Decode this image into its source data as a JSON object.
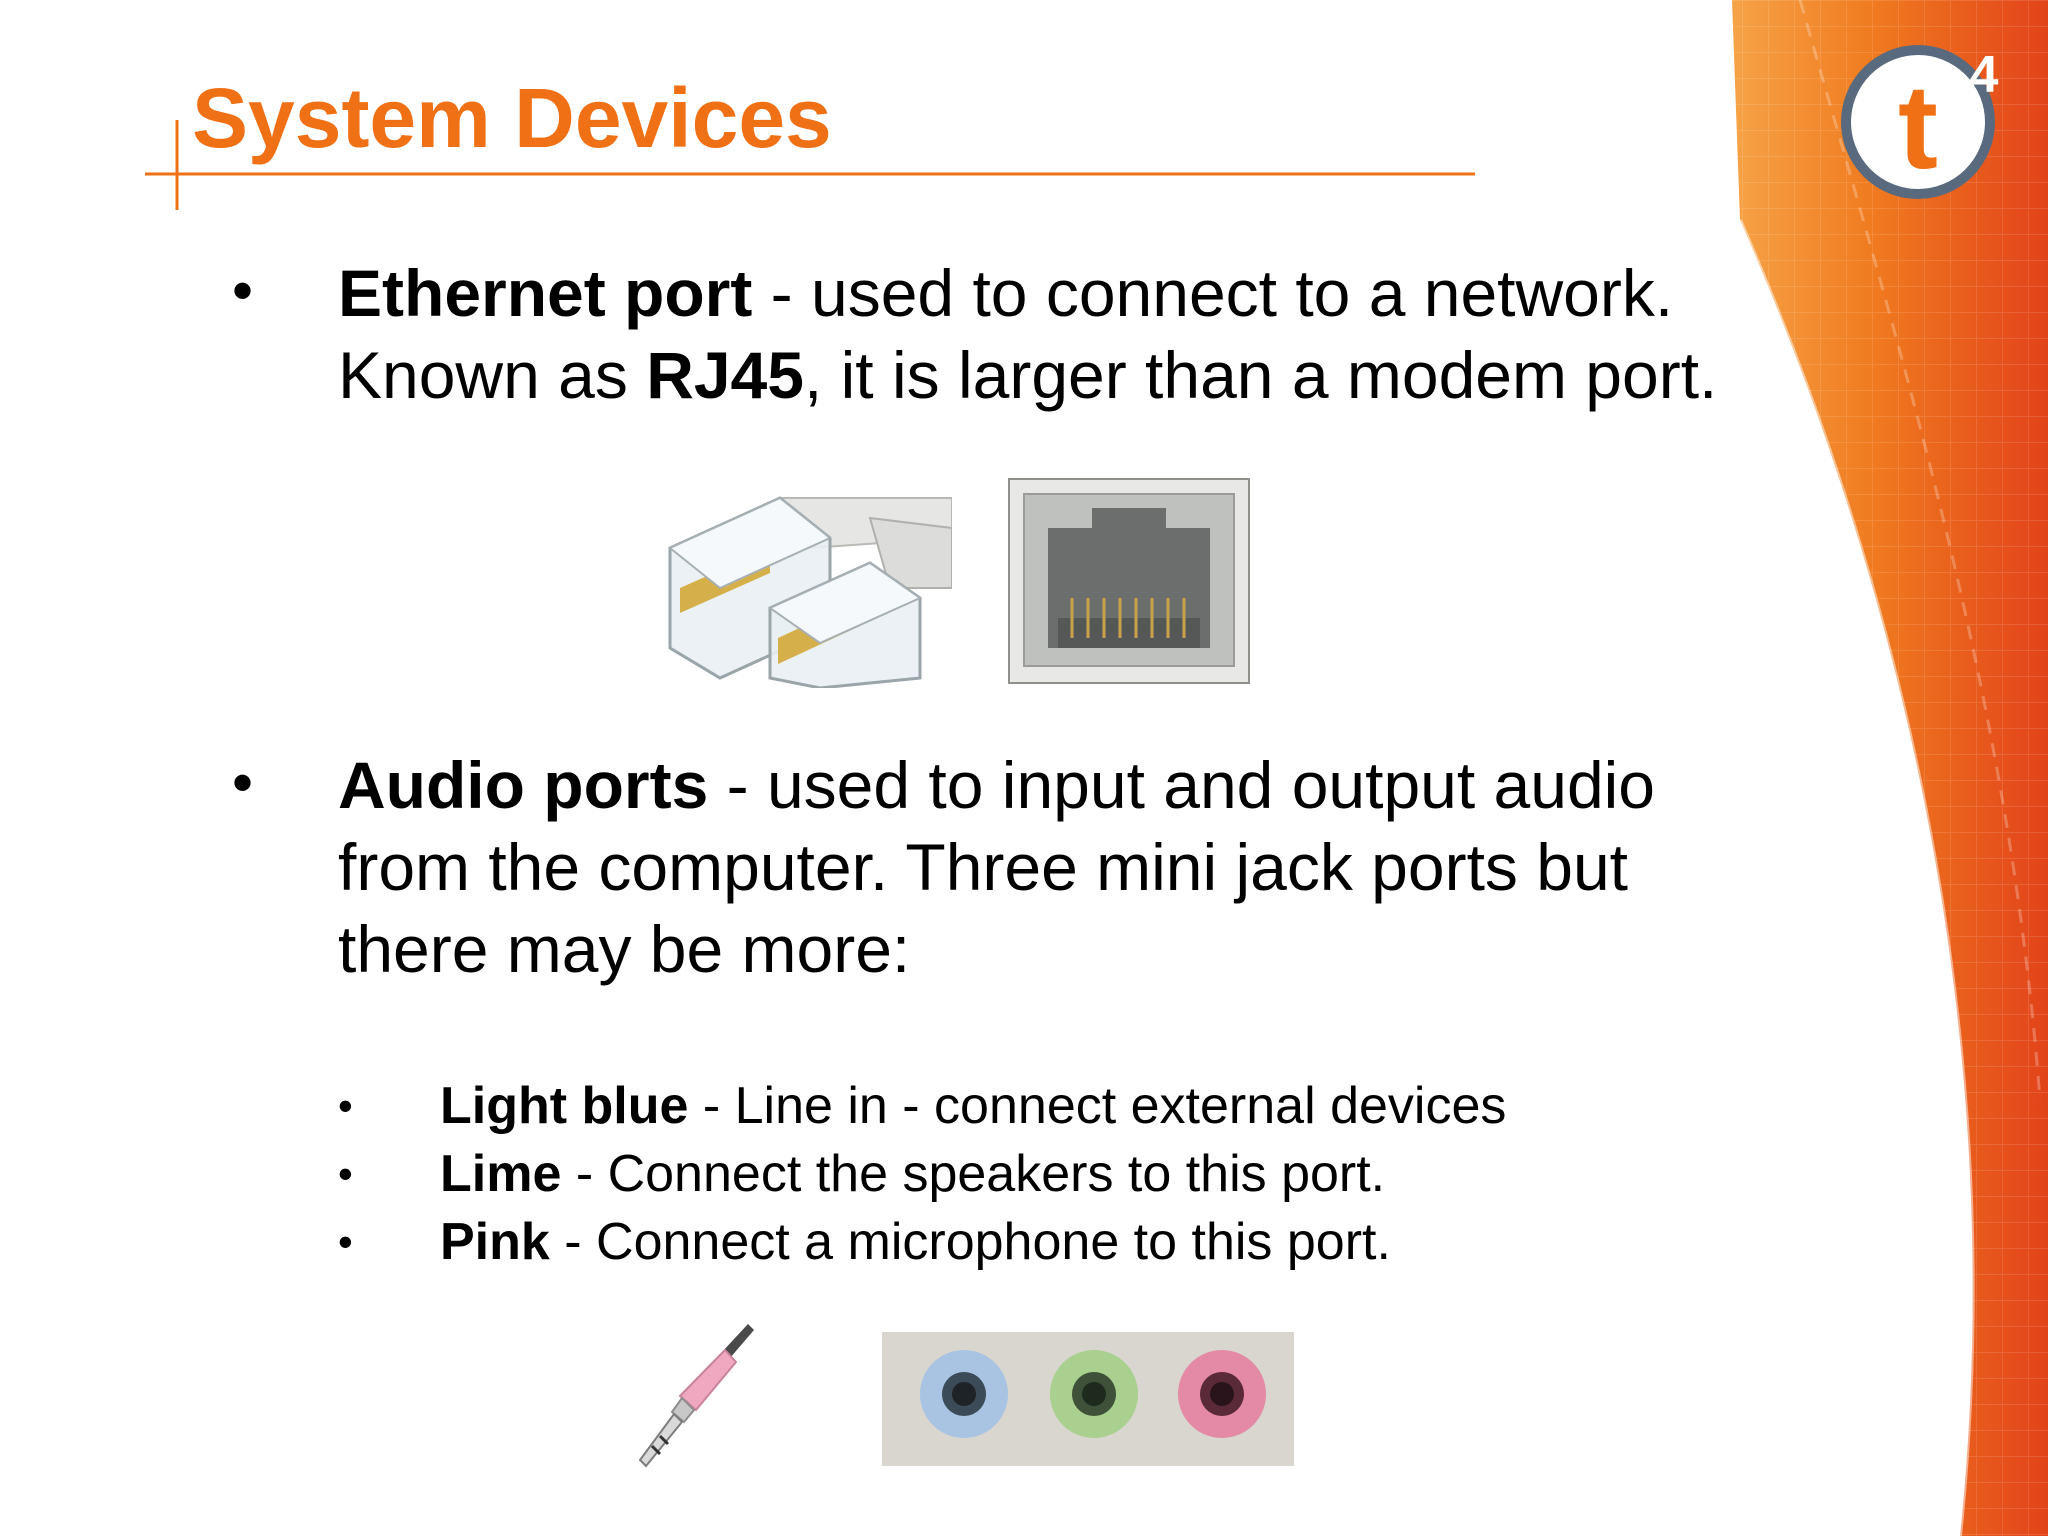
{
  "slide": {
    "title": "System Devices",
    "logo": {
      "icon": "t4-logo-icon",
      "letter": "t",
      "superscript": "4"
    },
    "colors": {
      "accent": "#f07016",
      "background": "#ffffff"
    }
  },
  "bullets": [
    {
      "term": "Ethernet port",
      "text": " -  used to connect to a network.",
      "line2_pre": "Known as ",
      "line2_bold": "RJ45",
      "line2_post": ", it is larger than a modem port."
    },
    {
      "term": "Audio ports",
      "text": " -  used to input and output audio",
      "line2": "from the computer.  Three mini jack ports but",
      "line3": "there may be more:"
    }
  ],
  "sub_bullets": [
    {
      "term": "Light blue",
      "text": "  -  Line in  -  connect external devices"
    },
    {
      "term": "Lime",
      "text": "  -  Connect the speakers to this port."
    },
    {
      "term": "Pink",
      "text": "  -  Connect a microphone to this port."
    }
  ],
  "images": {
    "rj45_plugs": "rj45-plugs-icon",
    "rj45_socket": "ethernet-socket-icon",
    "audio_jack": "audio-jack-plug-icon",
    "audio_ports": "audio-ports-icon"
  }
}
